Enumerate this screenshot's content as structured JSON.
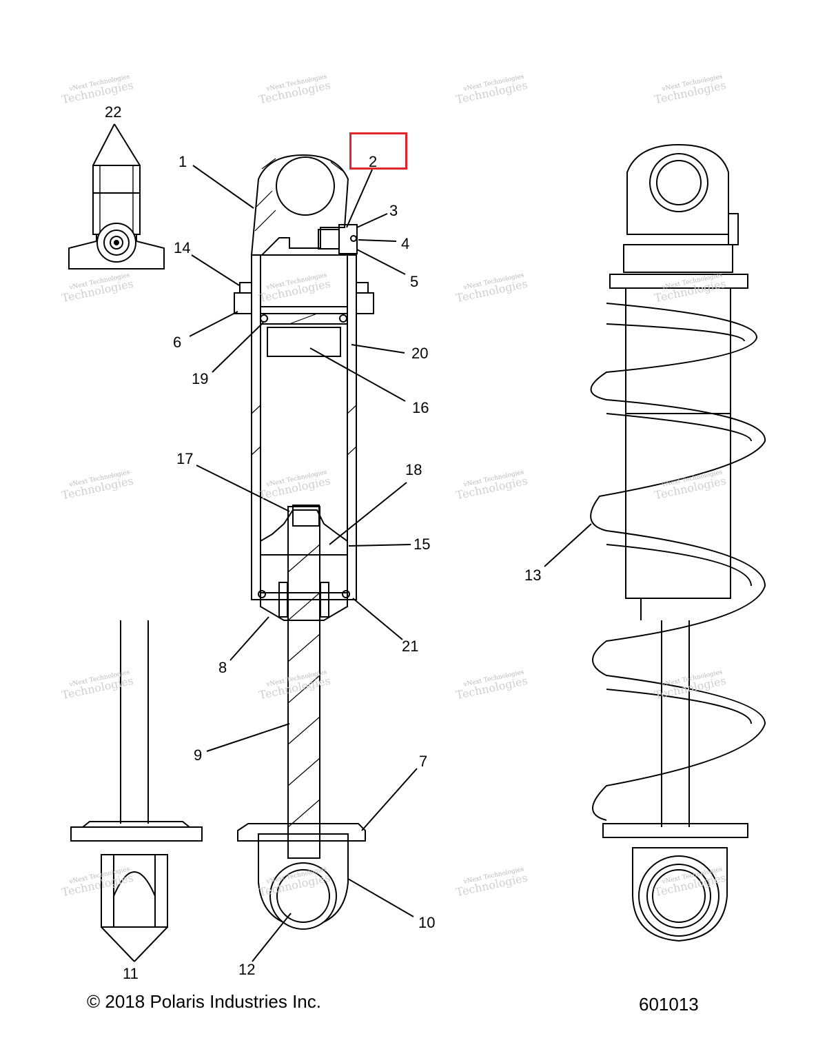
{
  "diagram": {
    "callouts": [
      "1",
      "2",
      "3",
      "4",
      "5",
      "6",
      "7",
      "8",
      "9",
      "10",
      "11",
      "12",
      "13",
      "14",
      "15",
      "16",
      "17",
      "18",
      "19",
      "20",
      "21",
      "22"
    ],
    "highlighted_callout": "2",
    "highlight_color": "#e0242c",
    "watermark_line1": "vNext Technologies",
    "watermark_line2": "Technologies"
  },
  "footer": {
    "copyright": "© 2018 Polaris Industries Inc.",
    "figure_number": "601013"
  }
}
